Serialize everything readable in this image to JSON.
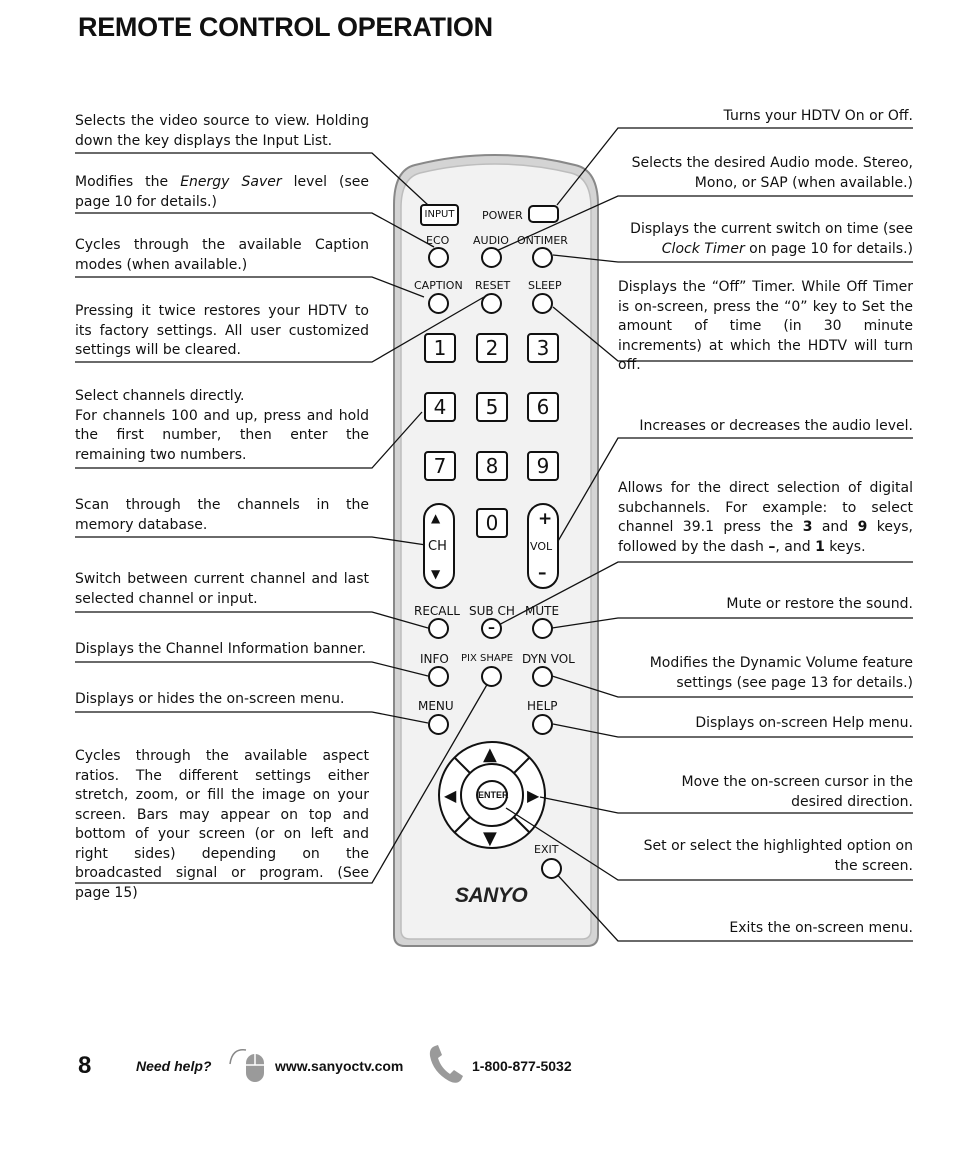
{
  "page_title": "REMOTE CONTROL OPERATION",
  "left_descriptions": [
    "Selects the video source to view. Holding down the key displays the Input List.",
    "Cycles through the available Caption modes (when available.)",
    "Pressing it twice restores your HDTV to its factory settings. All user customized settings will be cleared.",
    "Scan through the channels in the memory database.",
    "Switch between current channel and last selected channel or input.",
    "Displays the Channel Information banner.",
    "Displays or hides the on-screen menu.",
    "Cycles through the available aspect ratios. The different settings either stretch, zoom, or fill the image on your screen. Bars may appear on top and bottom of your screen (or on left and right sides) depending on the broadcasted signal or program. (See page 15)"
  ],
  "energy_desc": {
    "before": "Modifies the ",
    "italic": "Energy Saver",
    "after": " level (see page 10 for details.)"
  },
  "number_desc": {
    "line1": "Select channels directly.",
    "line2": "For channels 100 and up, press and hold the first number, then enter the remaining two numbers."
  },
  "right_descriptions": [
    "Turns your HDTV On or Off.",
    "Selects the desired Audio mode. Stereo, Mono, or SAP (when available.)",
    "Displays the “Off” Timer. While Off Timer is on-screen, press the “0” key to Set the amount of time (in 30 minute increments) at which the HDTV will turn off.",
    "Increases or decreases the audio level.",
    "Mute or restore the sound.",
    "Modifies the Dynamic Volume feature settings (see page 13 for details.)",
    "Displays on-screen Help menu.",
    "Move the on-screen cursor in the desired direction.",
    "Set or select the highlighted option on the screen.",
    "Exits the on-screen menu."
  ],
  "ontimer_desc": {
    "before": "Displays the current switch on time (see ",
    "italic": "Clock Timer",
    "after": " on page 10 for details.)"
  },
  "subch_desc": {
    "text1": "Allows for the direct selection of digital subchannels. For example: to select channel 39.1 press the ",
    "k1": "3",
    "text2": " and ",
    "k2": "9",
    "text3": " keys, followed by the dash ",
    "dash": "–",
    "text4": ", and ",
    "k3": "1",
    "text5": " keys."
  },
  "remote": {
    "labels": {
      "input": "INPUT",
      "power": "POWER",
      "eco": "ECO",
      "audio": "AUDIO",
      "ontimer": "ONTIMER",
      "caption": "CAPTION",
      "reset": "RESET",
      "sleep": "SLEEP",
      "ch": "CH",
      "vol": "VOL",
      "vol_plus": "+",
      "vol_minus": "–",
      "ch_up": "▲",
      "ch_down": "▼",
      "recall": "RECALL",
      "subch": "SUB CH",
      "mute": "MUTE",
      "info": "INFO",
      "pixshape": "PIX SHAPE",
      "dynvol": "DYN VOL",
      "menu": "MENU",
      "help": "HELP",
      "enter": "ENTER",
      "exit": "EXIT",
      "dash_key": "–",
      "nav_up": "▲",
      "nav_down": "▼",
      "nav_left": "◀",
      "nav_right": "▶"
    },
    "digits": [
      "1",
      "2",
      "3",
      "4",
      "5",
      "6",
      "7",
      "8",
      "9",
      "0"
    ],
    "brand": "SANYO"
  },
  "footer": {
    "page_number": "8",
    "need_help": "Need help?",
    "website": "www.sanyoctv.com",
    "phone": "1-800-877-5032"
  }
}
